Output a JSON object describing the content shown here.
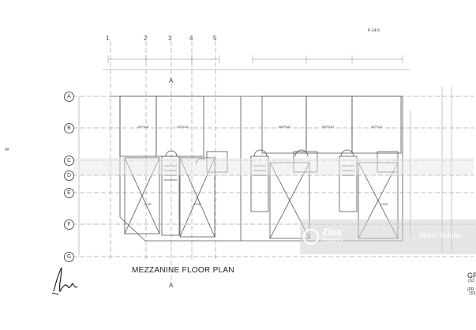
{
  "drawing": {
    "title": "MEZZANINE FLOOR PLAN",
    "side_title": "GRI",
    "side_note_1": "(S3",
    "side_note_2": "(PR",
    "side_note_3": "153",
    "page_marker": "8",
    "top_note": "P-14-5"
  },
  "grid": {
    "columns": [
      "1",
      "2",
      "3",
      "4",
      "5"
    ],
    "rows": [
      "A",
      "B",
      "C",
      "D",
      "E",
      "F",
      "G"
    ],
    "section_marker": "A"
  },
  "rooms": {
    "office_1": "OFFICE",
    "office_2": "OFFICE",
    "repeat_1": "REPEAT",
    "repeat_2": "REPEAT",
    "office_3": "OFFICE",
    "void_1": "VOID",
    "void_2": "VOID",
    "void_3": "VOID"
  },
  "watermark": {
    "brand": "Ziba",
    "sub": "Property",
    "agent": "Mohd Sofuan"
  },
  "colors": {
    "line": "#4a4a4a",
    "faint": "#9a9a9a",
    "watermark": "#d2d2d2"
  }
}
